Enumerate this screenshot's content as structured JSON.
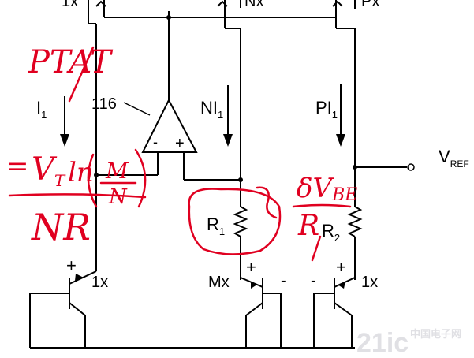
{
  "labels": {
    "mirror_left": "1x",
    "mirror_mid": "Nx",
    "mirror_right": "Px",
    "opamp_ref": "116",
    "opamp_minus": "-",
    "opamp_plus": "+",
    "current_left": "I",
    "current_left_sub": "1",
    "current_mid": "NI",
    "current_mid_sub": "1",
    "current_right": "PI",
    "current_right_sub": "1",
    "vref": "V",
    "vref_sub": "REF",
    "r1": "R",
    "r1_sub": "1",
    "r2": "R",
    "r2_sub": "2",
    "q_left_size": "1x",
    "q_mid_size": "Mx",
    "q_right_size": "1x",
    "q_left_plus": "+",
    "q_mid_plus": "+",
    "q_right_plus": "+",
    "q_mid_minus": "-",
    "q_right_minus": "-"
  },
  "annotations": {
    "ptat": "PTAT",
    "formula_eq": "=",
    "formula_vt": "V",
    "formula_vt_sub": "T",
    "formula_ln": "ln",
    "formula_m": "M",
    "formula_n": "N",
    "formula_denom": "NR",
    "dvbe": "δV",
    "dvbe_sub": "BE",
    "dvbe_r": "R",
    "annotation_color": "#e00020"
  },
  "watermark": {
    "brand": "21ic",
    "cn_text": "中国电子网"
  }
}
